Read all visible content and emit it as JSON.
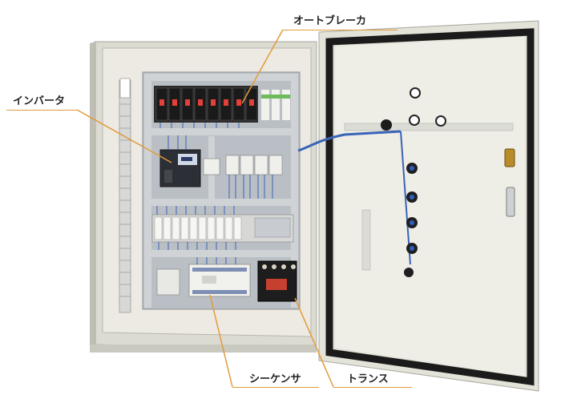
{
  "callouts": {
    "breaker": "オートブレーカ",
    "inverter": "インバータ",
    "sequencer": "シーケンサ",
    "transformer": "トランス"
  },
  "colors": {
    "leader": "#e39a3a",
    "cabinet": "#e7e6dd",
    "mount_plate": "#b9bfc4",
    "door_gasket": "#1b1b1b",
    "din_rail": "#c9cdd0"
  }
}
